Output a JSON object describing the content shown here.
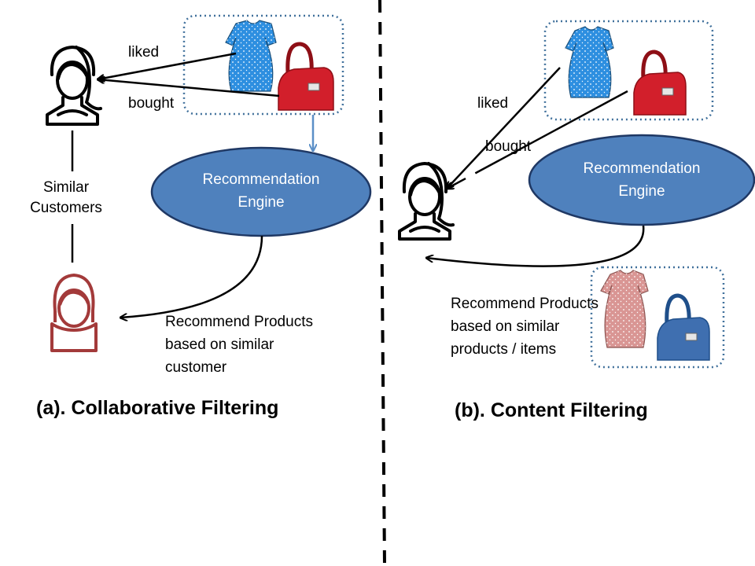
{
  "left": {
    "title": "(a). Collaborative Filtering",
    "liked": "liked",
    "bought": "bought",
    "similar_customers": [
      "Similar",
      "Customers"
    ],
    "engine": [
      "Recommendation",
      "Engine"
    ],
    "recommend": [
      "Recommend Products",
      "based on similar",
      "customer"
    ]
  },
  "right": {
    "title": "(b). Content Filtering",
    "liked": "liked",
    "bought": "bought",
    "engine": [
      "Recommendation",
      "Engine"
    ],
    "recommend": [
      "Recommend Products",
      "based on similar",
      "products / items"
    ]
  },
  "colors": {
    "engine_fill": "#4f81bd",
    "engine_stroke": "#1f3864",
    "dotted_box": "#41719c",
    "dress_blue": "#2e8fe0",
    "bag_red": "#d21f2b",
    "dress_pink": "#d99694",
    "bag_blue": "#3f6fb0",
    "customer_b": "#a33a3a"
  }
}
